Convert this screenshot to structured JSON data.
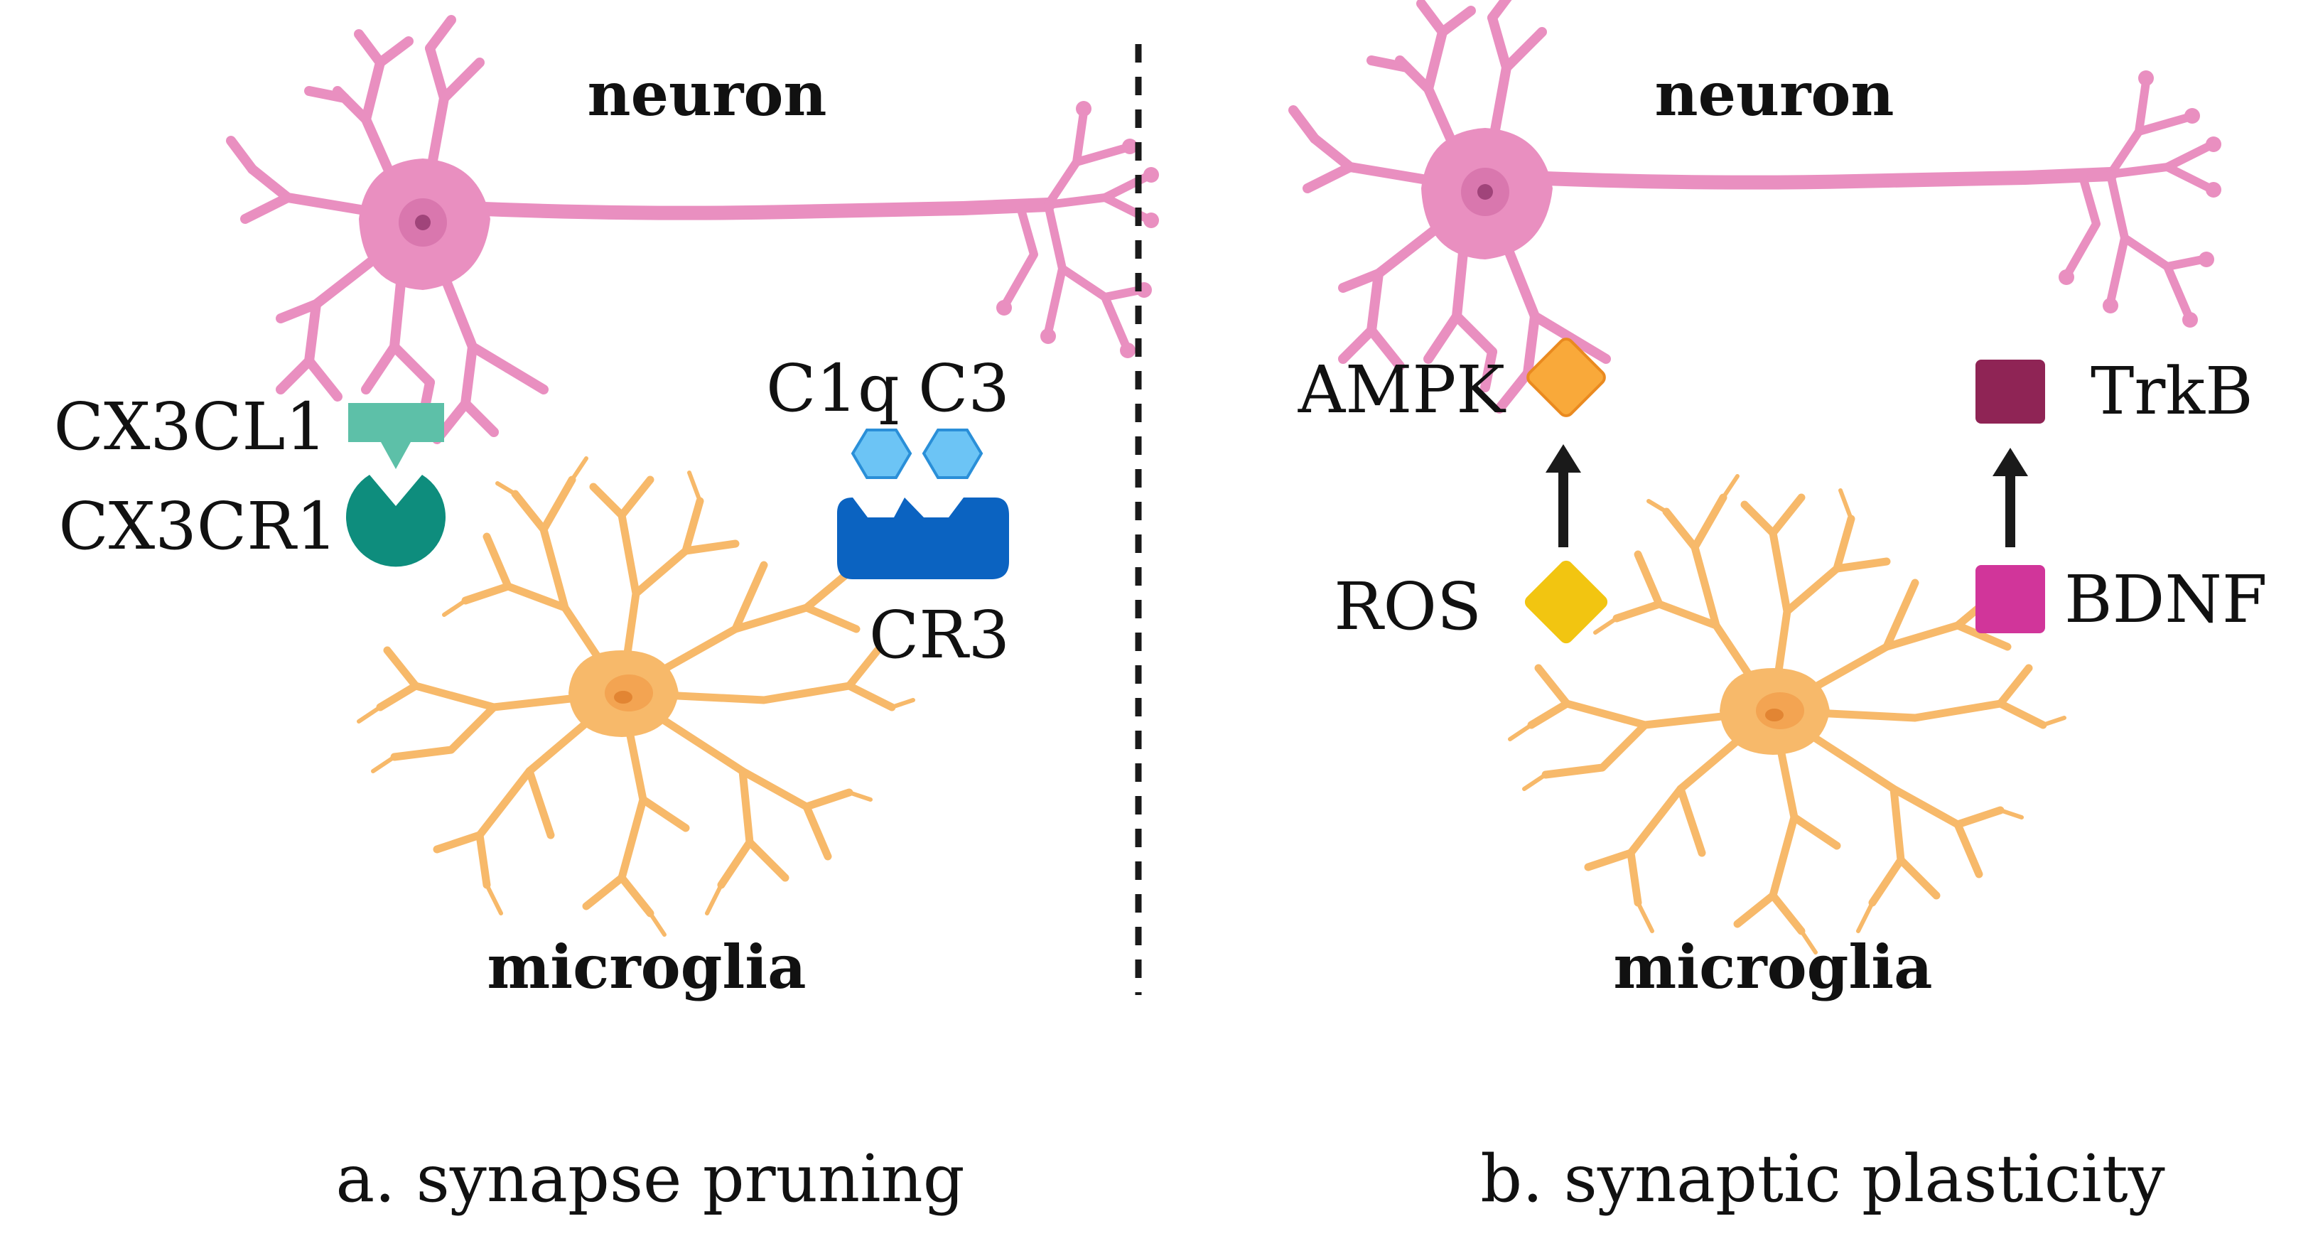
{
  "panels": {
    "a": {
      "caption": "a. synapse pruning",
      "neuron_label": "neuron",
      "microglia_label": "microglia",
      "molecules": {
        "cx3cl1": "CX3CL1",
        "cx3cr1": "CX3CR1",
        "c1q": "C1q",
        "c3": "C3",
        "cr3": "CR3"
      }
    },
    "b": {
      "caption": "b. synaptic plasticity",
      "neuron_label": "neuron",
      "microglia_label": "microglia",
      "molecules": {
        "ampk": "AMPK",
        "ros": "ROS",
        "trkb": "TrkB",
        "bdnf": "BDNF"
      }
    }
  },
  "colors": {
    "neuron": "#E98FC0",
    "neuron_body": "#D977AE",
    "neuron_nucleus": "#A0447A",
    "microglia": "#F7B96A",
    "microglia_body": "#F3A452",
    "microglia_nucleus": "#E28533",
    "cx3cl1": "#5DC0A8",
    "cx3cr1": "#0E8D7D",
    "complement": "#6CC4F5",
    "cr3": "#0B63C1",
    "ampk": "#F9A93A",
    "ros": "#F2C511",
    "trkb": "#8F2455",
    "bdnf": "#D1359A",
    "arrow": "#1a1a1a",
    "divider": "#1a1a1a"
  }
}
